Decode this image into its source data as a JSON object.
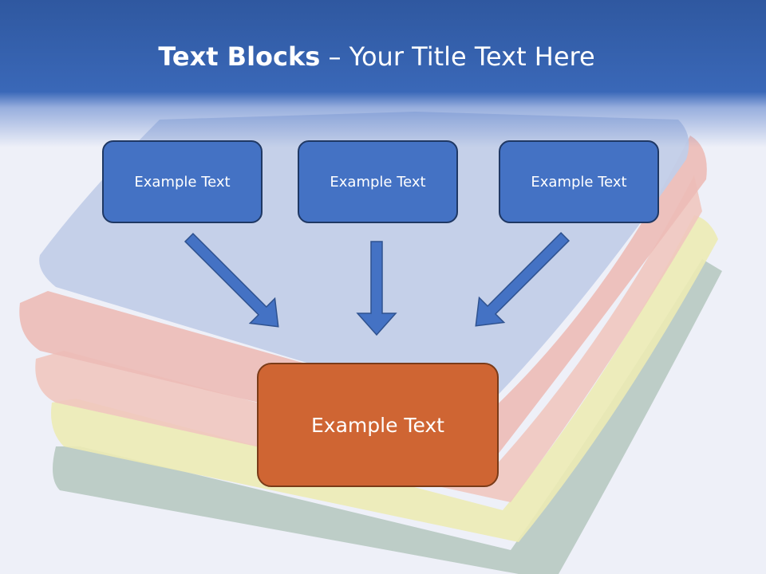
{
  "title": {
    "bold": "Text Blocks",
    "rest": " – Your Title Text Here"
  },
  "blocks": {
    "top": [
      "Example Text",
      "Example Text",
      "Example Text"
    ],
    "bottom": "Example Text"
  },
  "colors": {
    "title_band": "#3a68b8",
    "top_box_fill": "#4472c4",
    "top_box_border": "#1f3864",
    "bottom_box_fill": "#cf6533",
    "arrow_fill": "#4472c4"
  }
}
